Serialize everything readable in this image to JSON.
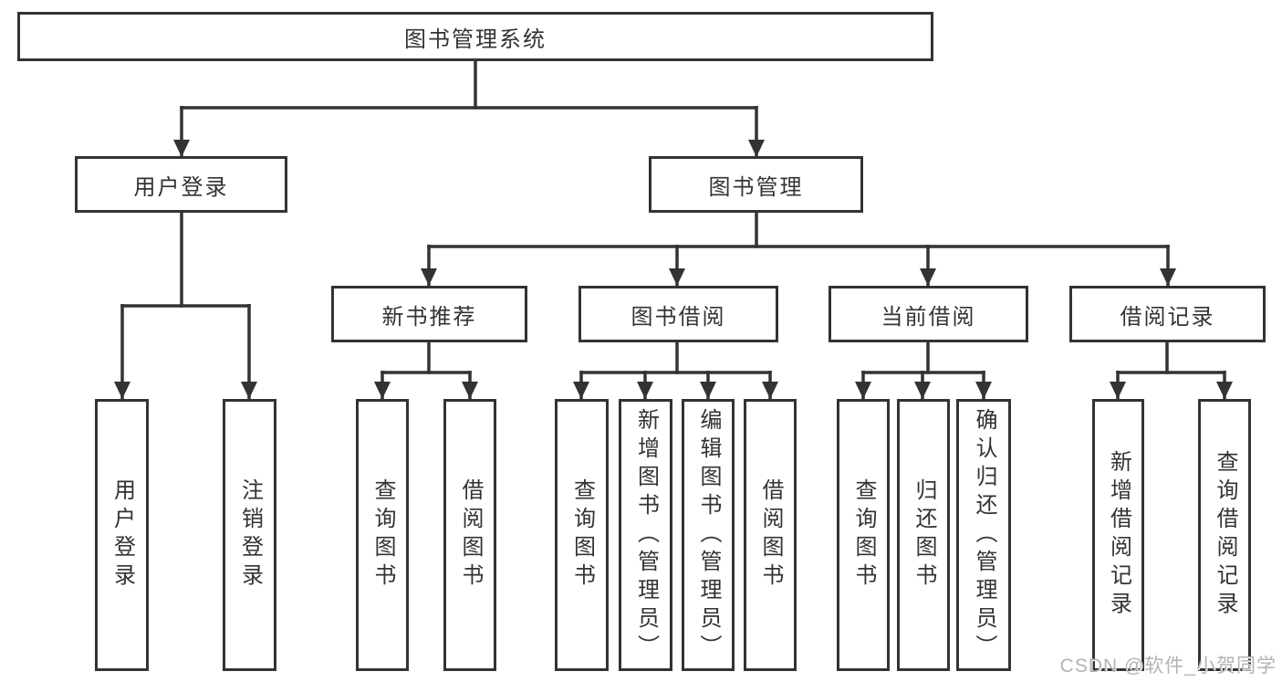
{
  "nodes": {
    "root": {
      "label": "图书管理系统"
    },
    "user_login": {
      "label": "用户登录"
    },
    "book_mgmt": {
      "label": "图书管理"
    },
    "new_book_rec": {
      "label": "新书推荐"
    },
    "book_borrow": {
      "label": "图书借阅"
    },
    "current_borrow": {
      "label": "当前借阅"
    },
    "borrow_record": {
      "label": "借阅记录"
    },
    "login": {
      "label": "用户登录"
    },
    "logout": {
      "label": "注销登录"
    },
    "rec_query_book": {
      "label": "查询图书"
    },
    "rec_borrow_book": {
      "label": "借阅图书"
    },
    "bb_query_book": {
      "label": "查询图书"
    },
    "bb_add_book": {
      "label": "新增图书（管理员）"
    },
    "bb_edit_book": {
      "label": "编辑图书（管理员）"
    },
    "bb_borrow_book": {
      "label": "借阅图书"
    },
    "cb_query_book": {
      "label": "查询图书"
    },
    "cb_return_book": {
      "label": "归还图书"
    },
    "cb_confirm_return": {
      "label": "确认归还（管理员）"
    },
    "br_add_record": {
      "label": "新增借阅记录"
    },
    "br_query_record": {
      "label": "查询借阅记录"
    }
  },
  "colors": {
    "line": "#333333",
    "text": "#333333",
    "watermark": "#b3b3b3"
  },
  "watermark": "CSDN @软件_小贺同学"
}
